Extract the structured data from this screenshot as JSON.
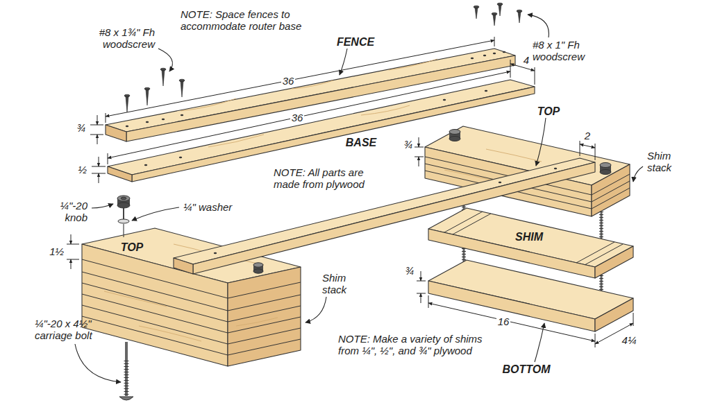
{
  "diagram": {
    "labels": [
      "NOTE: Space fences to accommodate router base",
      "#8 x 1¾\" Fh woodscrew",
      "FENCE",
      "#8 x 1\" Fh woodscrew",
      "36",
      "4",
      "36",
      "BASE",
      "¾",
      "½",
      "TOP",
      "2",
      "¾",
      "Shim stack",
      "NOTE: All parts are made from plywood",
      "¼\"-20 knob",
      "¼\" washer",
      "TOP",
      "1½",
      "Shim stack",
      "SHIM",
      "¾",
      "¼\"-20 x 4½\" carriage bolt",
      "16",
      "4¼",
      "NOTE: Make a variety of shims from ¼\", ½\", and ¾\" plywood",
      "BOTTOM"
    ]
  }
}
